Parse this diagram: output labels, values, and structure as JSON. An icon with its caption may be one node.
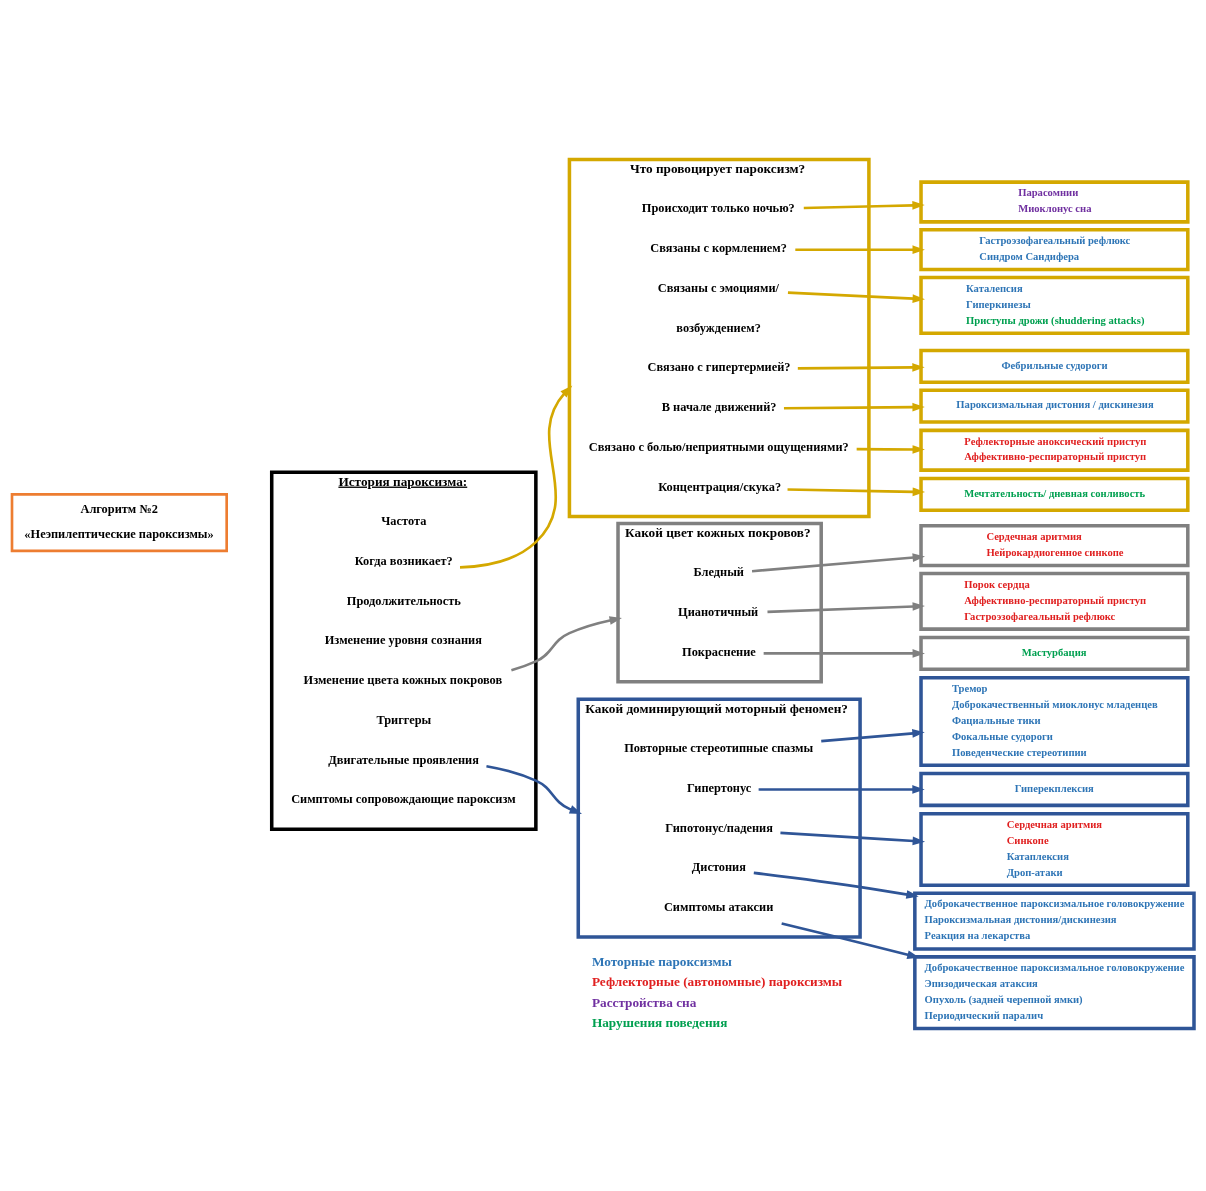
{
  "diagram": {
    "nodes": [
      {
        "text": [
          "Алгоритм №2",
          "«Неэпилептические пароксизмы»"
        ]
      },
      {
        "text": [
          "История пароксизма:"
        ]
      },
      {
        "text": [
          "Частота"
        ],
        "in": 1
      },
      {
        "text": [
          "Когда возникает?"
        ],
        "in": 1
      },
      {
        "text": [
          "Продолжительность"
        ],
        "in": 1
      },
      {
        "text": [
          "Изменение уровня сознания"
        ],
        "in": 1
      },
      {
        "text": [
          "Изменение цвета кожных покровов"
        ],
        "in": 1
      },
      {
        "text": [
          "Триггеры"
        ],
        "in": 1
      },
      {
        "text": [
          "Двигательные проявления"
        ],
        "in": 1
      },
      {
        "text": [
          "Симптомы сопровождающие пароксизм"
        ],
        "in": 1
      },
      {
        "text": [
          "Что провоцирует пароксизм?"
        ]
      },
      {
        "text": [
          "Происходит только ночью?"
        ],
        "in": 10
      },
      {
        "text": [
          "Связаны с кормлением?"
        ],
        "in": 10
      },
      {
        "text": [
          "Связаны с эмоциями/"
        ],
        "in": 10
      },
      {
        "text": [
          "возбуждением?"
        ],
        "in": 10
      },
      {
        "text": [
          "Связано с гипертермией?"
        ],
        "in": 10
      },
      {
        "text": [
          "В начале движений?"
        ],
        "in": 10
      },
      {
        "text": [
          "Связано с болью/неприятными ощущениями?"
        ],
        "in": 10
      },
      {
        "text": [
          "Концентрация/скука?"
        ],
        "in": 10
      },
      {
        "text": [
          "Какой цвет кожных покровов?"
        ]
      },
      {
        "text": [
          "Бледный"
        ],
        "in": 19
      },
      {
        "text": [
          "Цианотичный"
        ],
        "in": 19
      },
      {
        "text": [
          "Покраснение"
        ],
        "in": 19
      },
      {
        "text": [
          "Какой доминирующий моторный феномен?"
        ]
      },
      {
        "text": [
          "Повторные стереотипные спазмы"
        ],
        "in": 23
      },
      {
        "text": [
          "Гипертонус"
        ],
        "in": 23
      },
      {
        "text": [
          "Гипотонус/падения"
        ],
        "in": 23
      },
      {
        "text": [
          "Дистония"
        ],
        "in": 23
      },
      {
        "text": [
          "Симптомы атаксии"
        ],
        "in": 23
      },
      {
        "text": [
          "Парасомнии",
          "Миоклонус сна"
        ]
      },
      {
        "text": [
          "Гастроэзофагеальный рефлюкс",
          "Синдром Сандифера"
        ]
      },
      {
        "text": [
          "Фебрильные судороги"
        ]
      },
      {
        "text": [
          "Пароксизмальная дистония / дискинезия"
        ]
      },
      {
        "text": [
          "Каталепсия",
          "Гиперкинезы",
          "Приступы дрожи (shuddering attacks)"
        ]
      },
      {
        "text": [
          "Рефлекторные аноксический приступ",
          "Аффективно-респираторный приступ"
        ]
      },
      {
        "text": [
          "Мечтательность/ дневная сонливость"
        ]
      },
      {
        "text": [
          "Сердечная аритмия",
          "Нейрокардиогенное синкопе"
        ]
      },
      {
        "text": [
          "Порок сердца",
          "Аффективно-респираторный приступ",
          "Гастроэзофагеальный рефлюкс"
        ]
      },
      {
        "text": [
          "Мастурбация"
        ]
      },
      {
        "text": [
          "Тремор",
          "Доброкачественный миоклонус младенцев",
          "Фациальные тики",
          "Фокальные судороги",
          "Поведенческие стереотипии"
        ]
      },
      {
        "text": [
          "Гиперекплексия"
        ]
      },
      {
        "text": [
          "Сердечная аритмия",
          "Синкопе",
          "Катаплексия",
          "Дроп-атаки"
        ]
      },
      {
        "text": [
          "Доброкачественное пароксизмальное головокружение",
          "Пароксизмальная дистония/дискинезия",
          "Реакция на лекарства"
        ]
      },
      {
        "text": [
          "Доброкачественное пароксизмальное головокружение",
          "Эпизодическая атаксия",
          "Опухоль (задней черепной ямки)",
          "Периодический паралич"
        ]
      }
    ],
    "edges": [
      {
        "from": 3,
        "to": 10,
        "arrow": "to",
        "color": "#d4a800"
      },
      {
        "from": 6,
        "to": 19,
        "arrow": "to",
        "color": "#808080"
      },
      {
        "from": 8,
        "to": 23,
        "arrow": "to",
        "color": "#2f5597"
      },
      {
        "from": 11,
        "to": 29,
        "arrow": "to",
        "color": "#d4a800"
      },
      {
        "from": 12,
        "to": 30,
        "arrow": "to",
        "color": "#d4a800"
      },
      {
        "from": 15,
        "to": 31,
        "arrow": "to",
        "color": "#d4a800"
      },
      {
        "from": 16,
        "to": 32,
        "arrow": "to",
        "color": "#d4a800"
      },
      {
        "from": 13,
        "to": 33,
        "arrow": "to",
        "color": "#d4a800"
      },
      {
        "from": 17,
        "to": 34,
        "arrow": "to",
        "color": "#d4a800"
      },
      {
        "from": 18,
        "to": 35,
        "arrow": "to",
        "color": "#d4a800"
      },
      {
        "from": 20,
        "to": 36,
        "arrow": "to",
        "color": "#808080"
      },
      {
        "from": 21,
        "to": 37,
        "arrow": "to",
        "color": "#808080"
      },
      {
        "from": 22,
        "to": 38,
        "arrow": "to",
        "color": "#808080"
      },
      {
        "from": 24,
        "to": 39,
        "arrow": "to",
        "color": "#2f5597"
      },
      {
        "from": 25,
        "to": 40,
        "arrow": "to",
        "color": "#2f5597"
      },
      {
        "from": 26,
        "to": 41,
        "arrow": "to",
        "color": "#2f5597"
      },
      {
        "from": 27,
        "to": 42,
        "arrow": "to",
        "color": "#2f5597"
      },
      {
        "from": 28,
        "to": 43,
        "arrow": "to",
        "color": "#2f5597"
      }
    ],
    "legend": [
      {
        "text": "Моторные пароксизмы",
        "color": "#2e75b6"
      },
      {
        "text": "Рефлекторные (автономные) пароксизмы",
        "color": "#e02020"
      },
      {
        "text": "Расстройства сна",
        "color": "#7030a0"
      },
      {
        "text": "Нарушения поведения",
        "color": "#00a050"
      }
    ]
  }
}
